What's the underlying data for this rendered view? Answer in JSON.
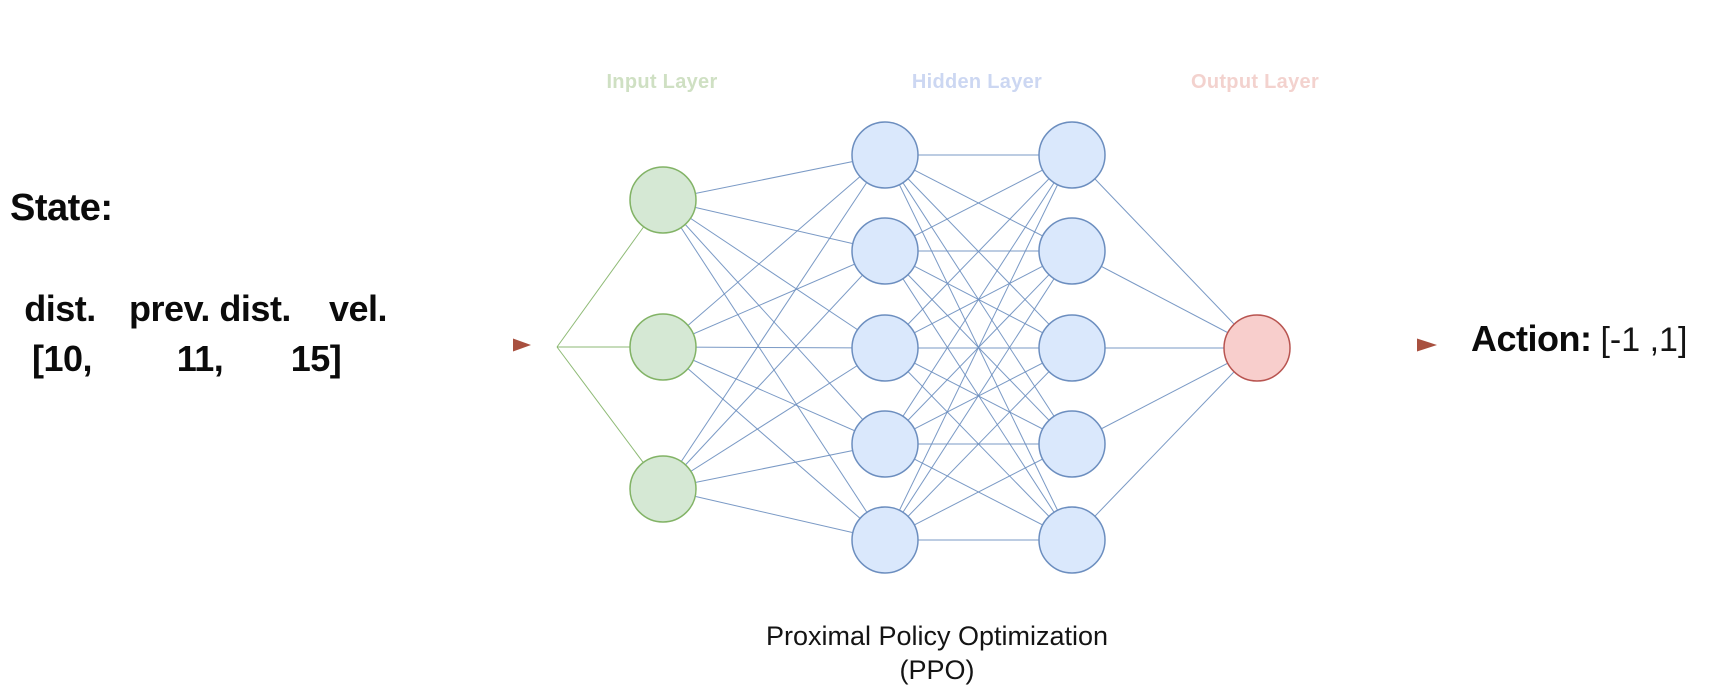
{
  "diagram": {
    "layer_labels": [
      {
        "id": "input",
        "text": "Input Layer",
        "color": "#cfe0c3"
      },
      {
        "id": "hidden",
        "text": "Hidden Layer",
        "color": "#ccd7f2"
      },
      {
        "id": "output",
        "text": "Output Layer",
        "color": "#f3d2ce"
      }
    ],
    "network": {
      "input": {
        "count": 3,
        "fill": "#d5e8d4",
        "stroke": "#82b366"
      },
      "hidden1": {
        "count": 5,
        "fill": "#dae8fc",
        "stroke": "#6c8ebf"
      },
      "hidden2": {
        "count": 5,
        "fill": "#dae8fc",
        "stroke": "#6c8ebf"
      },
      "output": {
        "count": 1,
        "fill": "#f8cecc",
        "stroke": "#b85450"
      },
      "edge_color": "#6c8ebf",
      "input_edge_color": "#82b366",
      "arrow_dark": "#a8503f",
      "arrow_light": "#d8aba3"
    }
  },
  "state": {
    "title": "State:",
    "fields": [
      {
        "name": "dist.",
        "value": "[10,"
      },
      {
        "name": "prev. dist.",
        "value": "11,"
      },
      {
        "name": "vel.",
        "value": "15]"
      }
    ]
  },
  "action": {
    "label": "Action:",
    "range": "[-1 ,1]"
  },
  "caption": {
    "line1": "Proximal Policy Optimization",
    "line2": "(PPO)"
  }
}
